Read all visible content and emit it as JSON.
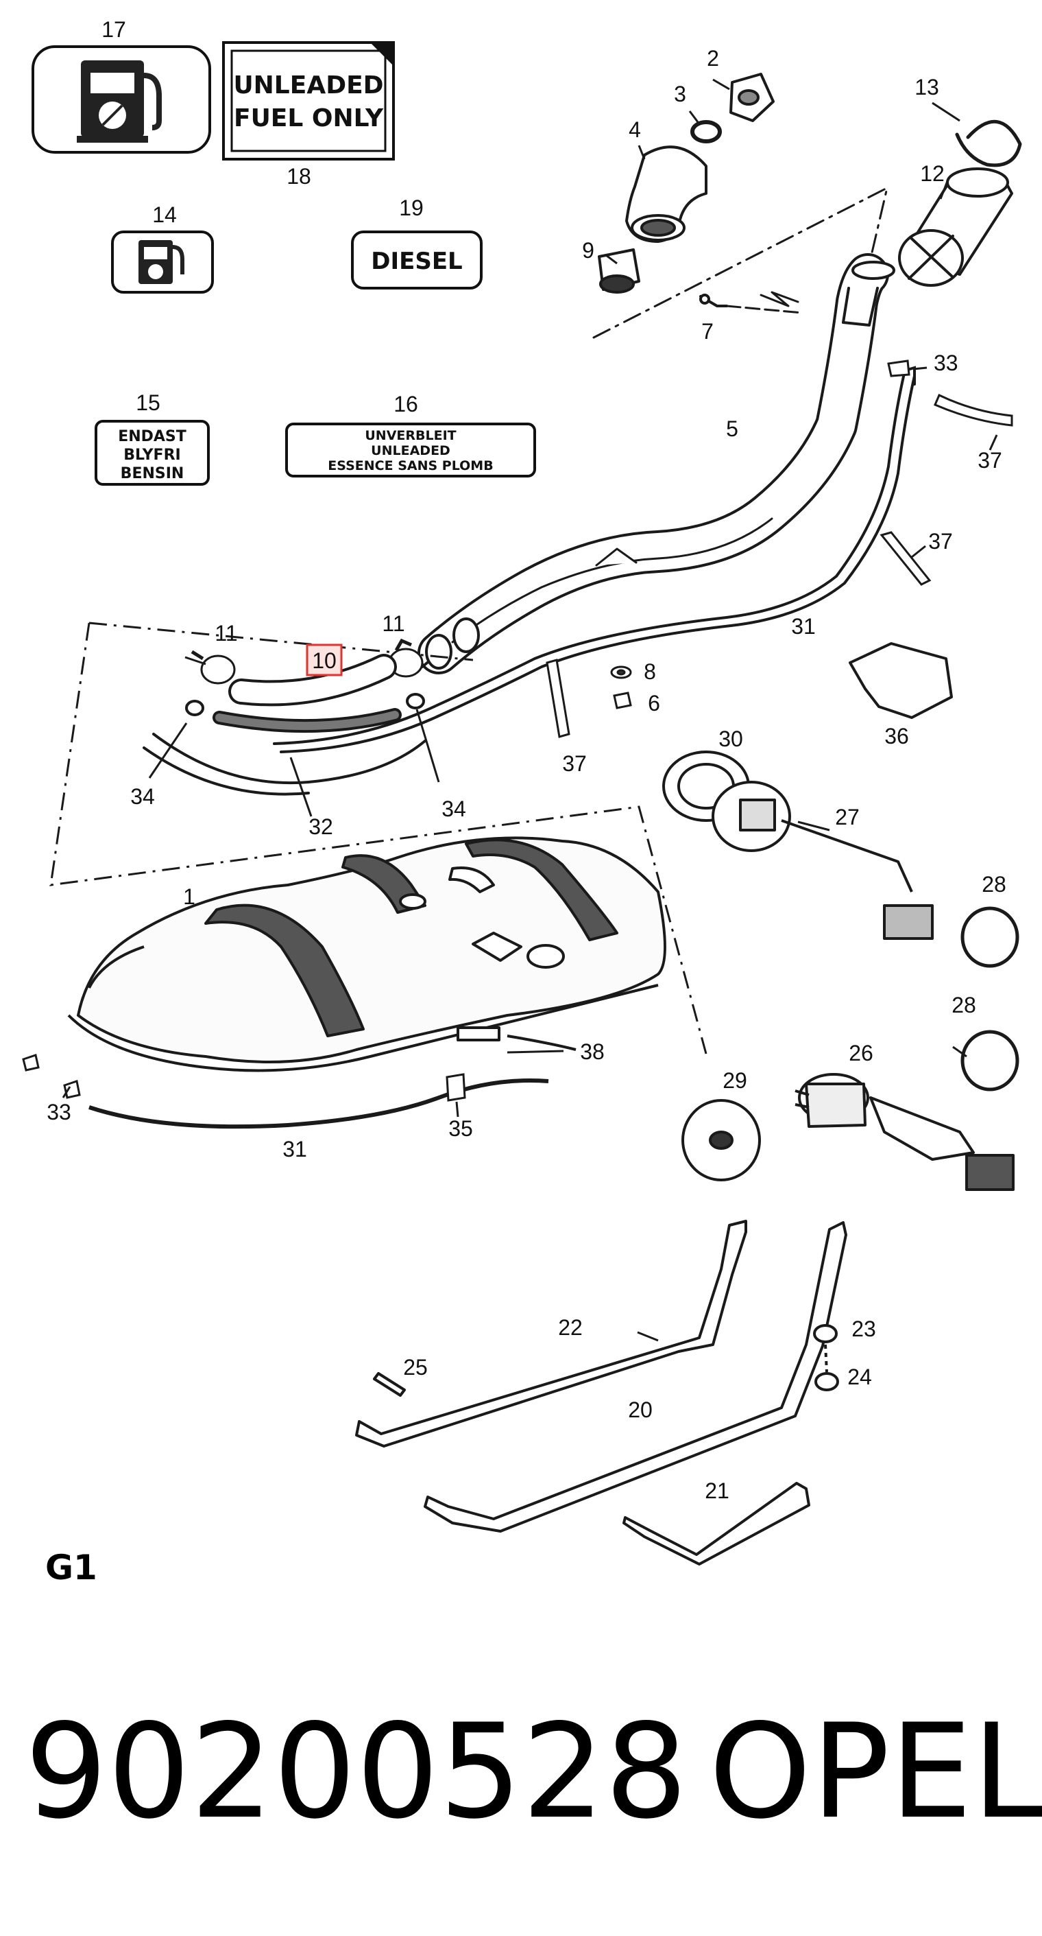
{
  "callouts": [
    {
      "id": "17",
      "text": "17"
    },
    {
      "id": "18",
      "text": "18"
    },
    {
      "id": "14",
      "text": "14"
    },
    {
      "id": "19",
      "text": "19"
    },
    {
      "id": "15",
      "text": "15"
    },
    {
      "id": "16",
      "text": "16"
    },
    {
      "id": "2",
      "text": "2"
    },
    {
      "id": "3",
      "text": "3"
    },
    {
      "id": "4",
      "text": "4"
    },
    {
      "id": "9",
      "text": "9"
    },
    {
      "id": "7",
      "text": "7"
    },
    {
      "id": "13",
      "text": "13"
    },
    {
      "id": "12",
      "text": "12"
    },
    {
      "id": "33a",
      "text": "33"
    },
    {
      "id": "5",
      "text": "5"
    },
    {
      "id": "37a",
      "text": "37"
    },
    {
      "id": "37b",
      "text": "37"
    },
    {
      "id": "31a",
      "text": "31"
    },
    {
      "id": "11a",
      "text": "11"
    },
    {
      "id": "11b",
      "text": "11"
    },
    {
      "id": "10",
      "text": "10"
    },
    {
      "id": "8",
      "text": "8"
    },
    {
      "id": "6",
      "text": "6"
    },
    {
      "id": "34a",
      "text": "34"
    },
    {
      "id": "34b",
      "text": "34"
    },
    {
      "id": "32",
      "text": "32"
    },
    {
      "id": "37c",
      "text": "37"
    },
    {
      "id": "36",
      "text": "36"
    },
    {
      "id": "30",
      "text": "30"
    },
    {
      "id": "27",
      "text": "27"
    },
    {
      "id": "28a",
      "text": "28"
    },
    {
      "id": "28b",
      "text": "28"
    },
    {
      "id": "1",
      "text": "1"
    },
    {
      "id": "38",
      "text": "38"
    },
    {
      "id": "26",
      "text": "26"
    },
    {
      "id": "29",
      "text": "29"
    },
    {
      "id": "33b",
      "text": "33"
    },
    {
      "id": "35",
      "text": "35"
    },
    {
      "id": "31b",
      "text": "31"
    },
    {
      "id": "22",
      "text": "22"
    },
    {
      "id": "23",
      "text": "23"
    },
    {
      "id": "25",
      "text": "25"
    },
    {
      "id": "24",
      "text": "24"
    },
    {
      "id": "20",
      "text": "20"
    },
    {
      "id": "21",
      "text": "21"
    }
  ],
  "highlighted_callout": "10",
  "signs": {
    "unleaded_line1": "UNLEADED",
    "unleaded_line2": "FUEL ONLY",
    "diesel": "DIESEL",
    "endast_line1": "ENDAST",
    "endast_line2": "BLYFRI",
    "endast_line3": "BENSIN",
    "unverbleit_line1": "UNVERBLEIT",
    "unverbleit_line2": "UNLEADED",
    "unverbleit_line3": "ESSENCE SANS PLOMB"
  },
  "page_code": "G1",
  "part_number": "90200528",
  "brand": "OPEL",
  "colors": {
    "line": "#1a1a1a",
    "highlight": "#e0332e",
    "highlight_fill": "#fde4e1"
  }
}
